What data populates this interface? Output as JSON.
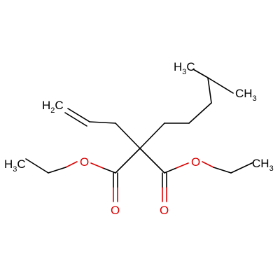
{
  "molecule": {
    "atom_labels": {
      "h3c_top": {
        "main": "H",
        "sub": "3",
        "tail": "C"
      },
      "ch3_right_top": {
        "main": "CH",
        "sub": "3"
      },
      "h2c_allyl": {
        "main": "H",
        "sub": "2",
        "tail": "C"
      },
      "h3c_left": {
        "main": "H",
        "sub": "3",
        "tail": "C"
      },
      "ch3_right_bottom": {
        "main": "CH",
        "sub": "3"
      },
      "o_ester_left": "O",
      "o_ester_right": "O",
      "o_carbonyl_left": "O",
      "o_carbonyl_right": "O"
    },
    "colors": {
      "carbon_text": "#000000",
      "oxygen": "#dd0000",
      "bond": "#000000",
      "background": "#ffffff"
    }
  }
}
